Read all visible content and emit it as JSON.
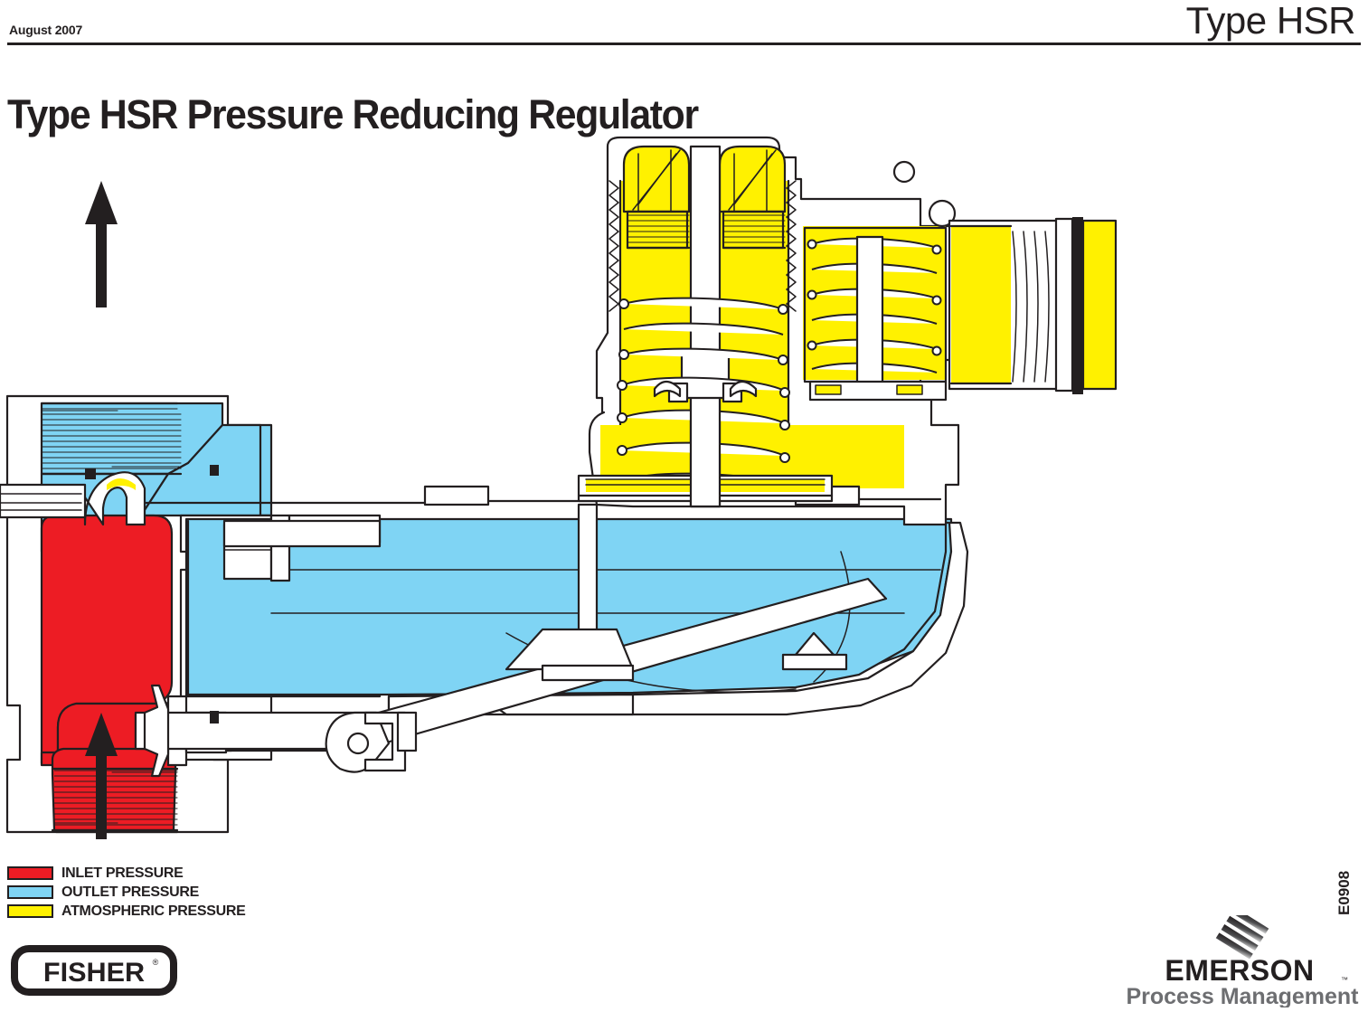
{
  "header": {
    "date": "August 2007",
    "product": "Type HSR"
  },
  "title": "Type HSR Pressure Reducing Regulator",
  "figure": {
    "code": "E0908",
    "alt": "Cross-section cutaway drawing of a Type HSR pressure reducing regulator",
    "flow_arrows": [
      {
        "name": "outlet-flow-arrow",
        "direction": "up"
      },
      {
        "name": "inlet-flow-arrow",
        "direction": "up"
      }
    ]
  },
  "legend": {
    "items": [
      {
        "label": "INLET PRESSURE",
        "color": "#ED1C24"
      },
      {
        "label": "OUTLET PRESSURE",
        "color": "#7FD4F4"
      },
      {
        "label": "ATMOSPHERIC PRESSURE",
        "color": "#FFF100"
      }
    ]
  },
  "brand": {
    "fisher": "FISHER",
    "fisher_mark": "®",
    "emerson": "EMERSON",
    "emerson_mark": "™",
    "emerson_tagline": "Process Management"
  },
  "colors": {
    "ink": "#231f20",
    "inlet": "#ED1C24",
    "outlet": "#7FD4F4",
    "atmospheric": "#FFF100",
    "metal": "#ffffff",
    "tagline_gray": "#6d6e71"
  }
}
